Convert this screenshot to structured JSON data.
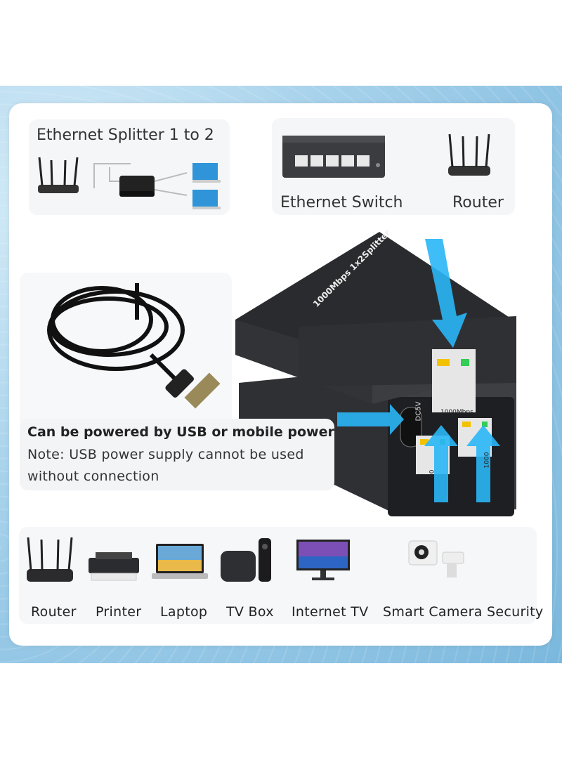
{
  "splitter_panel": {
    "title": "Ethernet Splitter 1 to 2"
  },
  "switch_panel": {
    "switch_label": "Ethernet Switch",
    "router_label": "Router"
  },
  "device": {
    "top_text": "1000Mbps 1x2Splitter",
    "input_port_label": "1000Mbps",
    "power_label": "DC5V",
    "output_port_label_1": "1000",
    "output_port_label_2": "1000"
  },
  "power_info": {
    "heading": "Can be powered by USB or mobile power",
    "note_line1": "Note: USB power supply cannot be used",
    "note_line2": "without connection"
  },
  "devices": [
    {
      "label": "Router",
      "icon": "router-icon"
    },
    {
      "label": "Printer",
      "icon": "printer-icon"
    },
    {
      "label": "Laptop",
      "icon": "laptop-icon"
    },
    {
      "label": "TV Box",
      "icon": "tv-box-icon"
    },
    {
      "label": "Internet TV",
      "icon": "tv-icon"
    },
    {
      "label": "Smart Camera Security",
      "icon": "camera-icon"
    }
  ],
  "colors": {
    "arrow": "#29b6f6",
    "device_body": "#2f3034",
    "background": "#a9d3ec"
  }
}
